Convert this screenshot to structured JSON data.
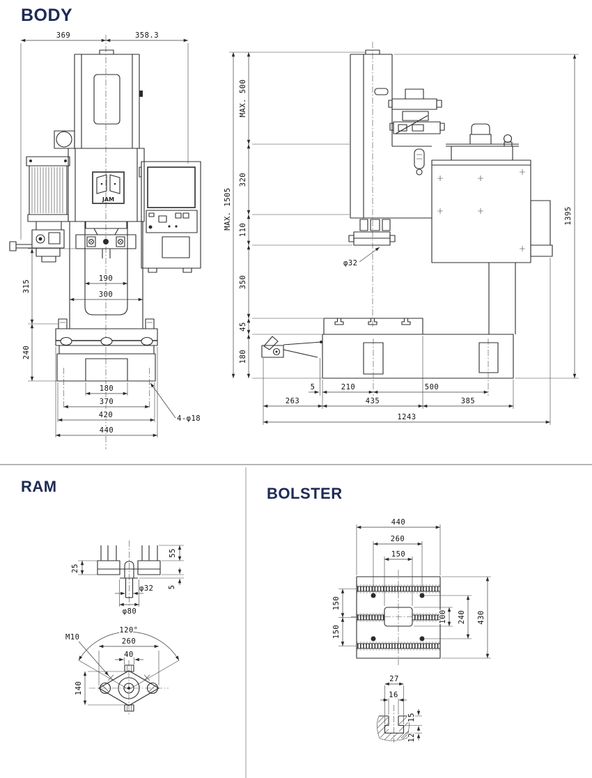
{
  "sections": {
    "body": {
      "title": "BODY"
    },
    "ram": {
      "title": "RAM"
    },
    "bolster": {
      "title": "BOLSTER"
    }
  },
  "body_front": {
    "logo": "JAM",
    "dim_369": "369",
    "dim_358_3": "358.3",
    "dim_315": "315",
    "dim_240": "240",
    "dim_190": "190",
    "dim_300": "300",
    "dim_180": "180",
    "dim_370": "370",
    "dim_420": "420",
    "dim_440": "440",
    "label_holes": "4-φ18"
  },
  "body_side": {
    "dim_max1505": "MAX. 1505",
    "dim_max500": "MAX. 500",
    "dim_320": "320",
    "dim_110": "110",
    "dim_350": "350",
    "dim_45": "45",
    "dim_180": "180",
    "label_rod": "φ32",
    "dim_1395": "1395",
    "dim_5": "5",
    "dim_210": "210",
    "dim_500": "500",
    "dim_263": "263",
    "dim_435": "435",
    "dim_385": "385",
    "dim_1243": "1243"
  },
  "ram": {
    "dim_55": "55",
    "dim_5": "5",
    "dim_25": "25",
    "label_rod": "φ32",
    "label_boss": "φ80",
    "dim_angle": "120°",
    "label_thread": "M10",
    "dim_260": "260",
    "dim_40": "40",
    "dim_140": "140"
  },
  "bolster": {
    "dim_440": "440",
    "dim_260": "260",
    "dim_150_top": "150",
    "dim_150_left1": "150",
    "dim_150_left2": "150",
    "dim_100": "100",
    "dim_240": "240",
    "dim_430": "430",
    "dim_27": "27",
    "dim_16": "16",
    "dim_15": "15",
    "dim_12": "12"
  }
}
